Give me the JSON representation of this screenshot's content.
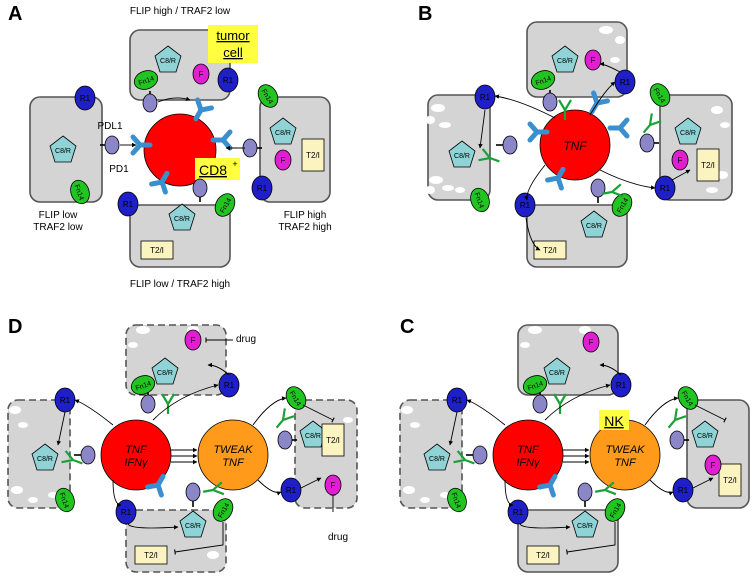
{
  "panels": [
    {
      "letter": "A",
      "captions": {
        "top": "FLIP high / TRAF2 low",
        "bottom": "FLIP low / TRAF2 high",
        "left_line1": "FLIP low",
        "left_line2": "TRAF2 low",
        "right_line1": "FLIP high",
        "right_line2": "TRAF2 high"
      },
      "highlights": {
        "tumor_line1": "tumor",
        "tumor_line2": "cell",
        "cd8": "CD8",
        "cd8_sup": "+"
      },
      "pdl1": "PDL1",
      "pd1": "PD1"
    },
    {
      "letter": "B",
      "center_text": "TNF"
    },
    {
      "letter": "D",
      "red_line1": "TNF",
      "red_line2": "IFNγ",
      "orange_line1": "TWEAK",
      "orange_line2": "TNF",
      "drug_top": "drug",
      "drug_bottom": "drug"
    },
    {
      "letter": "C",
      "red_line1": "TNF",
      "red_line2": "IFNγ",
      "orange_line1": "TWEAK",
      "orange_line2": "TNF",
      "nk": "NK"
    }
  ],
  "node_labels": {
    "r1": "R1",
    "fn14": "Fn14",
    "c8r": "C8/R",
    "f": "F",
    "t2i": "T2/I"
  },
  "colors": {
    "cell_fill": "#d4d4d4",
    "r1": "#1f1fc8",
    "fn14": "#22c422",
    "c8r": "#8fd3d6",
    "flip": "#e020d0",
    "t2i": "#fbf4c0",
    "receptor": "#8a86c8",
    "tcell": "#ff0000",
    "nk_cell": "#ff9a1a",
    "antibody": "#3a8fcf",
    "highlight": "#ffff40"
  }
}
